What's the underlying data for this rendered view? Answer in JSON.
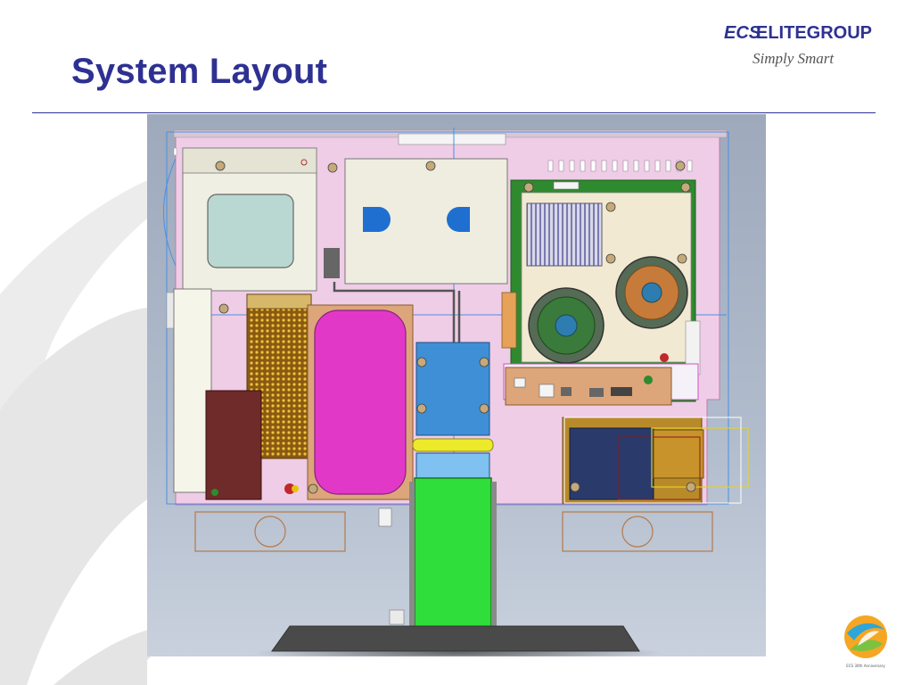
{
  "slide": {
    "title": "System Layout"
  },
  "brand": {
    "mark": "ECS",
    "name": "ELITEGROUP",
    "tagline": "Simply Smart"
  },
  "anniversary": {
    "text": "ECS 30th Anniversary"
  },
  "colors": {
    "title": "#2e3192",
    "diagram_background": "#a9b4c6",
    "chassis": "#efcde6",
    "optical_drive": "#f0efe3",
    "storage_module": "#eeeddf",
    "motherboard": "#2f8a2f",
    "battery": "#e238c8",
    "stand": "#2fde3a",
    "hinge_plate": "#3f8fd6",
    "io_board": "#dca67a",
    "speaker_frame": "#b57a4a"
  }
}
